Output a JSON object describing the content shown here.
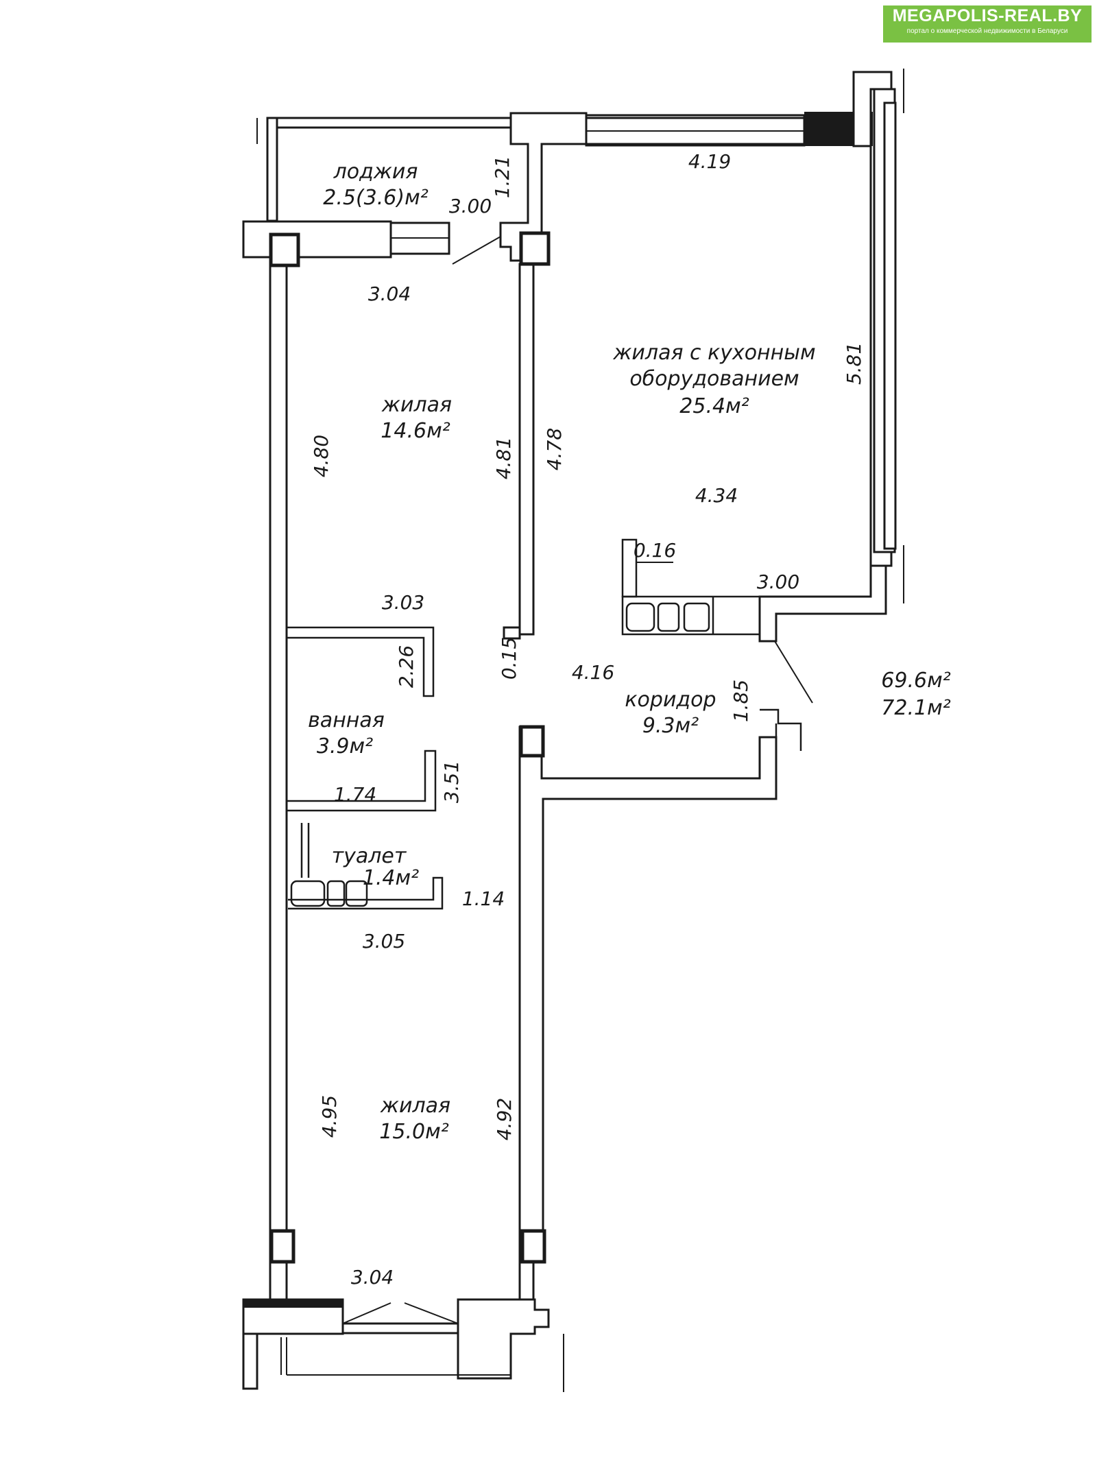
{
  "badge": {
    "title": "MEGAPOLIS-REAL.BY",
    "subtitle": "портал о коммерческой недвижимости в Беларуси",
    "color": "#7ac143"
  },
  "rooms": {
    "loggia": {
      "name": "лоджия",
      "area": "2.5(3.6)м²"
    },
    "bedroom_top": {
      "name": "жилая",
      "area": "14.6м²"
    },
    "living_kitchen": {
      "name_line1": "жилая с кухонным",
      "name_line2": "оборудованием",
      "area": "25.4м²"
    },
    "bathroom": {
      "name": "ванная",
      "area": "3.9м²"
    },
    "toilet": {
      "name": "туалет",
      "area": "1.4м²"
    },
    "corridor": {
      "name": "коридор",
      "area": "9.3м²"
    },
    "bedroom_bottom": {
      "name": "жилая",
      "area": "15.0м²"
    }
  },
  "totals": {
    "area_1": "69.6м²",
    "area_2": "72.1м²"
  },
  "dimensions": {
    "d121": "1.21",
    "d300_loggia": "3.00",
    "d419": "4.19",
    "d304_top": "3.04",
    "d581": "5.81",
    "d480": "4.80",
    "d481": "4.81",
    "d478": "4.78",
    "d434": "4.34",
    "d016": "0.16",
    "d300_kitchen": "3.00",
    "d303": "3.03",
    "d226": "2.26",
    "d015": "0.15",
    "d416": "4.16",
    "d185": "1.85",
    "d351": "3.51",
    "d174": "1.74",
    "d114": "1.14",
    "d305": "3.05",
    "d495": "4.95",
    "d492": "4.92",
    "d304_bottom": "3.04"
  }
}
